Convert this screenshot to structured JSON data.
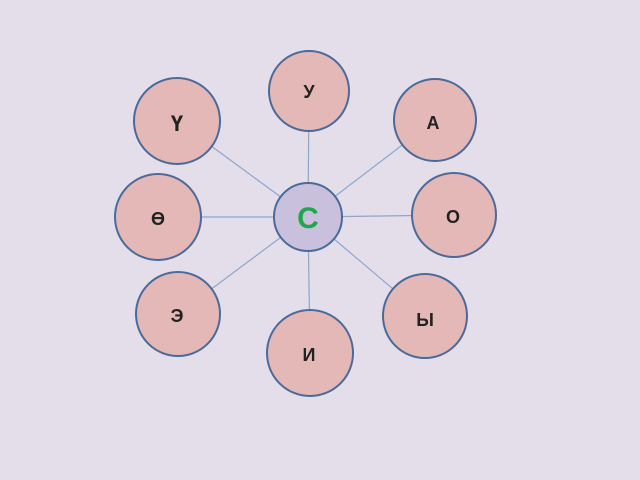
{
  "diagram": {
    "center": {
      "label": "С",
      "color": "#1fa84a"
    },
    "nodes": [
      {
        "id": "u",
        "label": "У"
      },
      {
        "id": "a",
        "label": "А"
      },
      {
        "id": "o",
        "label": "О"
      },
      {
        "id": "y-hard",
        "label": "Ы"
      },
      {
        "id": "i",
        "label": "И"
      },
      {
        "id": "e",
        "label": "Э"
      },
      {
        "id": "o-barred",
        "label": "Ө"
      },
      {
        "id": "u-straight",
        "label": "Ү"
      }
    ]
  }
}
